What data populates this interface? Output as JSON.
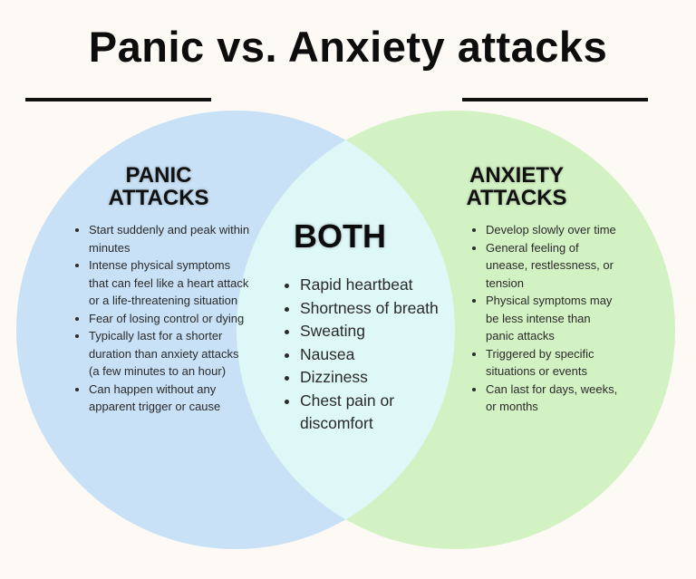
{
  "title": "Panic vs. Anxiety attacks",
  "colors": {
    "panic": "#c8e1f6",
    "anxiety": "#d3f2c4",
    "both": "#def7f7",
    "background": "#fdf9f4"
  },
  "panic": {
    "heading_line1": "PANIC",
    "heading_line2": "ATTACKS",
    "items": [
      "Start suddenly and peak within minutes",
      "Intense physical symptoms that can feel like a heart attack or a life-threatening situation",
      "Fear of losing control or dying",
      "Typically last for a shorter duration than anxiety attacks (a few minutes to an hour)",
      "Can happen without any apparent trigger or cause"
    ]
  },
  "both": {
    "heading": "BOTH",
    "items": [
      "Rapid heartbeat",
      "Shortness of breath",
      "Sweating",
      "Nausea",
      "Dizziness",
      "Chest pain or discomfort"
    ]
  },
  "anxiety": {
    "heading_line1": "ANXIETY",
    "heading_line2": "ATTACKS",
    "items": [
      "Develop slowly over time",
      "General feeling of unease, restlessness, or tension",
      "Physical symptoms may be less intense than panic attacks",
      "Triggered by specific situations or events",
      "Can last for days, weeks, or months"
    ]
  }
}
